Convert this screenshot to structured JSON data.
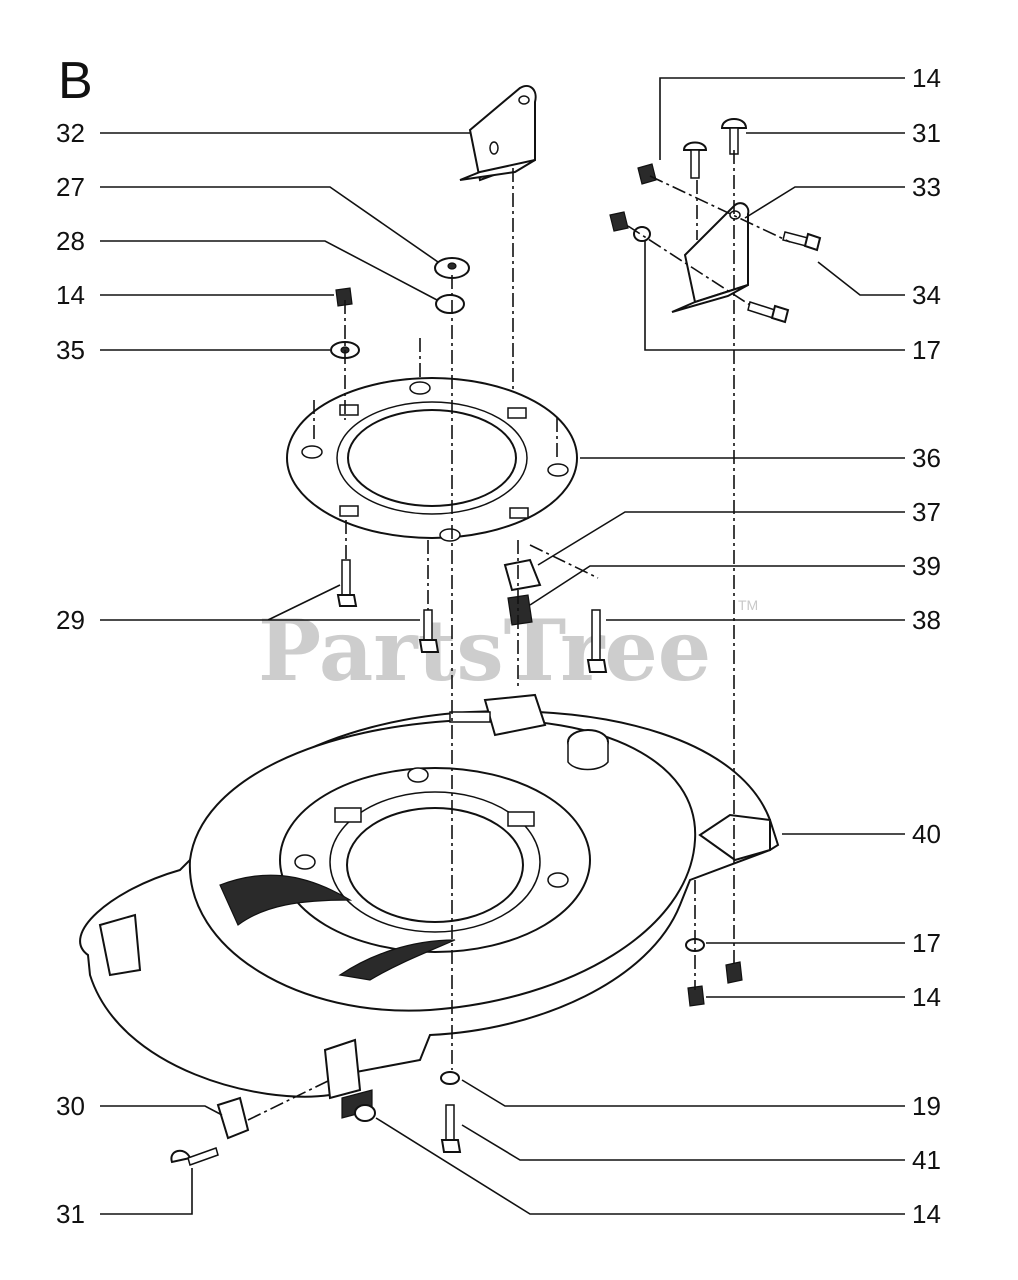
{
  "diagram": {
    "section_letter": "B",
    "watermark": "PartsTree",
    "watermark_mark": "TM",
    "callouts": [
      {
        "id": "c-14-a",
        "label": "14"
      },
      {
        "id": "c-31-a",
        "label": "31"
      },
      {
        "id": "c-33",
        "label": "33"
      },
      {
        "id": "c-34",
        "label": "34"
      },
      {
        "id": "c-17-a",
        "label": "17"
      },
      {
        "id": "c-36",
        "label": "36"
      },
      {
        "id": "c-37",
        "label": "37"
      },
      {
        "id": "c-39",
        "label": "39"
      },
      {
        "id": "c-38",
        "label": "38"
      },
      {
        "id": "c-40",
        "label": "40"
      },
      {
        "id": "c-17-b",
        "label": "17"
      },
      {
        "id": "c-14-b",
        "label": "14"
      },
      {
        "id": "c-19",
        "label": "19"
      },
      {
        "id": "c-41",
        "label": "41"
      },
      {
        "id": "c-14-c",
        "label": "14"
      },
      {
        "id": "c-32",
        "label": "32"
      },
      {
        "id": "c-27",
        "label": "27"
      },
      {
        "id": "c-28",
        "label": "28"
      },
      {
        "id": "c-14-d",
        "label": "14"
      },
      {
        "id": "c-35",
        "label": "35"
      },
      {
        "id": "c-29",
        "label": "29"
      },
      {
        "id": "c-30",
        "label": "30"
      },
      {
        "id": "c-31-b",
        "label": "31"
      }
    ]
  }
}
